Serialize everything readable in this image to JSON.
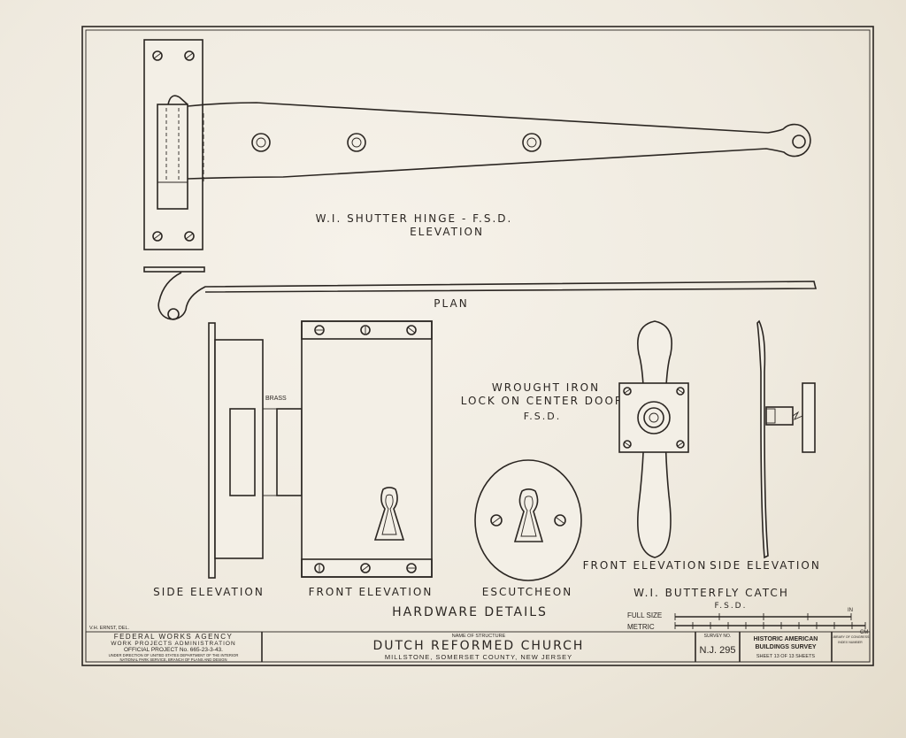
{
  "labels": {
    "hinge_title": "W.I. SHUTTER HINGE - F.S.D.",
    "hinge_sub": "ELEVATION",
    "plan": "PLAN",
    "lock_line1": "WROUGHT IRON",
    "lock_line2": "LOCK ON CENTER DOOR",
    "lock_line3": "F.S.D.",
    "brass": "BRASS",
    "side_elev": "SIDE ELEVATION",
    "front_elev": "FRONT ELEVATION",
    "escutcheon": "ESCUTCHEON",
    "catch_front": "FRONT ELEVATION",
    "catch_side": "SIDE ELEVATION",
    "catch_title": "W.I. BUTTERFLY CATCH",
    "catch_fsd": "F.S.D.",
    "hardware": "HARDWARE DETAILS",
    "full_size": "FULL SIZE",
    "metric": "METRIC",
    "scale_in": "IN",
    "scale_cm": "CM"
  },
  "title_block": {
    "delineator": "V.H. ERNST, DEL.",
    "agency1": "FEDERAL WORKS AGENCY",
    "agency2": "WORK PROJECTS ADMINISTRATION",
    "agency3": "OFFICIAL PROJECT No. 665-23-3-43.",
    "agency4": "UNDER DIRECTION OF UNITED STATES DEPARTMENT OF THE INTERIOR",
    "agency5": "NATIONAL PARK SERVICE, BRANCH OF PLANS AND DESIGN",
    "name_label": "NAME OF STRUCTURE",
    "structure": "DUTCH REFORMED CHURCH",
    "location": "MILLSTONE,   SOMERSET COUNTY,   NEW JERSEY",
    "survey_label": "SURVEY NO.",
    "survey_no": "N.J. 295",
    "habs1": "HISTORIC AMERICAN",
    "habs2": "BUILDINGS SURVEY",
    "sheet": "SHEET 13 OF 13 SHEETS",
    "lib1": "LIBRARY OF CONGRESS",
    "lib2": "INDEX NUMBER"
  }
}
